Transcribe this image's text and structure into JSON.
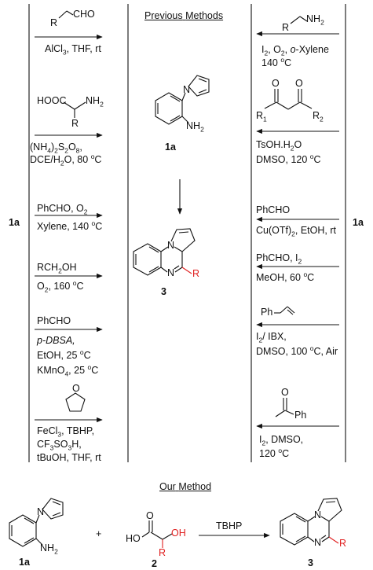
{
  "header": {
    "previous_word1": "Previous",
    "previous_word2": "Methods",
    "our_word1": "Our",
    "our_word2": "Method"
  },
  "side_labels": {
    "left": "1a",
    "right": "1a"
  },
  "compounds": {
    "start_label": "1a",
    "product_label": "3",
    "reagent2_label": "2",
    "start_bottom_label": "1a",
    "product_bottom_label": "3",
    "atom_N": "N",
    "atom_NH2": "NH",
    "atom_NH2_sub": "2",
    "atom_R": "R",
    "atom_O": "O",
    "atom_OH": "OH",
    "atom_HO": "HO",
    "plus": "+",
    "oxidant": "TBHP"
  },
  "left_methods": [
    {
      "reagent_struct_label": "R",
      "reagent_struct_cho": "CHO",
      "cond": "AlCl",
      "cond_sub": "3",
      "cond_rest": ", THF, rt"
    },
    {
      "hooc": "HOOC",
      "nh2": "NH",
      "nh2_sub": "2",
      "r": "R",
      "line1_a": "(NH",
      "line1_sub1": "4",
      "line1_b": ")",
      "line1_sub2": "2",
      "line1_c": "S",
      "line1_sub3": "2",
      "line1_d": "O",
      "line1_sub4": "8",
      "line1_e": ",",
      "line2_a": "DCE/H",
      "line2_sub": "2",
      "line2_b": "O, 80 ",
      "line2_sup": "o",
      "line2_c": "C"
    },
    {
      "top_a": "PhCHO, O",
      "top_sub": "2",
      "bottom_a": "Xylene, 140 ",
      "bottom_sup": "o",
      "bottom_b": "C"
    },
    {
      "top": "RCH",
      "top_sub": "2",
      "top_b": "OH",
      "bottom_a": "O",
      "bottom_sub": "2",
      "bottom_b": ", 160 ",
      "bottom_sup": "o",
      "bottom_c": "C"
    },
    {
      "top": "PhCHO",
      "l1": "p-DBSA,",
      "l2_a": "EtOH, 25 ",
      "l2_sup": "o",
      "l2_b": "C",
      "l3_a": "KMnO",
      "l3_sub": "4",
      "l3_b": ", 25 ",
      "l3_sup": "o",
      "l3_c": "C"
    },
    {
      "ring_o": "O",
      "l1_a": "FeCl",
      "l1_sub": "3",
      "l1_b": ", TBHP,",
      "l2_a": "CF",
      "l2_sub1": "3",
      "l2_b": "SO",
      "l2_sub2": "3",
      "l2_c": "H,",
      "l3": "tBuOH, THF, rt"
    }
  ],
  "right_methods": [
    {
      "r": "R",
      "nh2": "NH",
      "nh2_sub": "2",
      "l1_a": "I",
      "l1_sub1": "2",
      "l1_b": ", O",
      "l1_sub2": "2",
      "l1_c": ", ",
      "l1_italic": "o",
      "l1_d": "-Xylene",
      "l2_a": "140 ",
      "l2_sup": "o",
      "l2_b": "C"
    },
    {
      "o1": "O",
      "o2": "O",
      "r1": "R",
      "r1_sub": "1",
      "r2": "R",
      "r2_sub": "2",
      "l1_a": "TsOH.H",
      "l1_sub": "2",
      "l1_b": "O",
      "l2_a": "DMSO, 120 ",
      "l2_sup": "o",
      "l2_b": "C"
    },
    {
      "top": "PhCHO",
      "bottom_a": "Cu(OTf)",
      "bottom_sub": "2",
      "bottom_b": ", EtOH, rt"
    },
    {
      "top_a": "PhCHO, I",
      "top_sub": "2",
      "bottom_a": "MeOH, 60 ",
      "bottom_sup": "o",
      "bottom_b": "C"
    },
    {
      "ph": "Ph",
      "l1_a": "I",
      "l1_sub": "2",
      "l1_b": "/ IBX,",
      "l2_a": "DMSO, 100 ",
      "l2_sup": "o",
      "l2_b": "C, Air"
    },
    {
      "o": "O",
      "ph": "Ph",
      "l1_a": "I",
      "l1_sub": "2",
      "l1_b": ", DMSO,",
      "l2_a": "120 ",
      "l2_sup": "o",
      "l2_b": "C"
    }
  ]
}
